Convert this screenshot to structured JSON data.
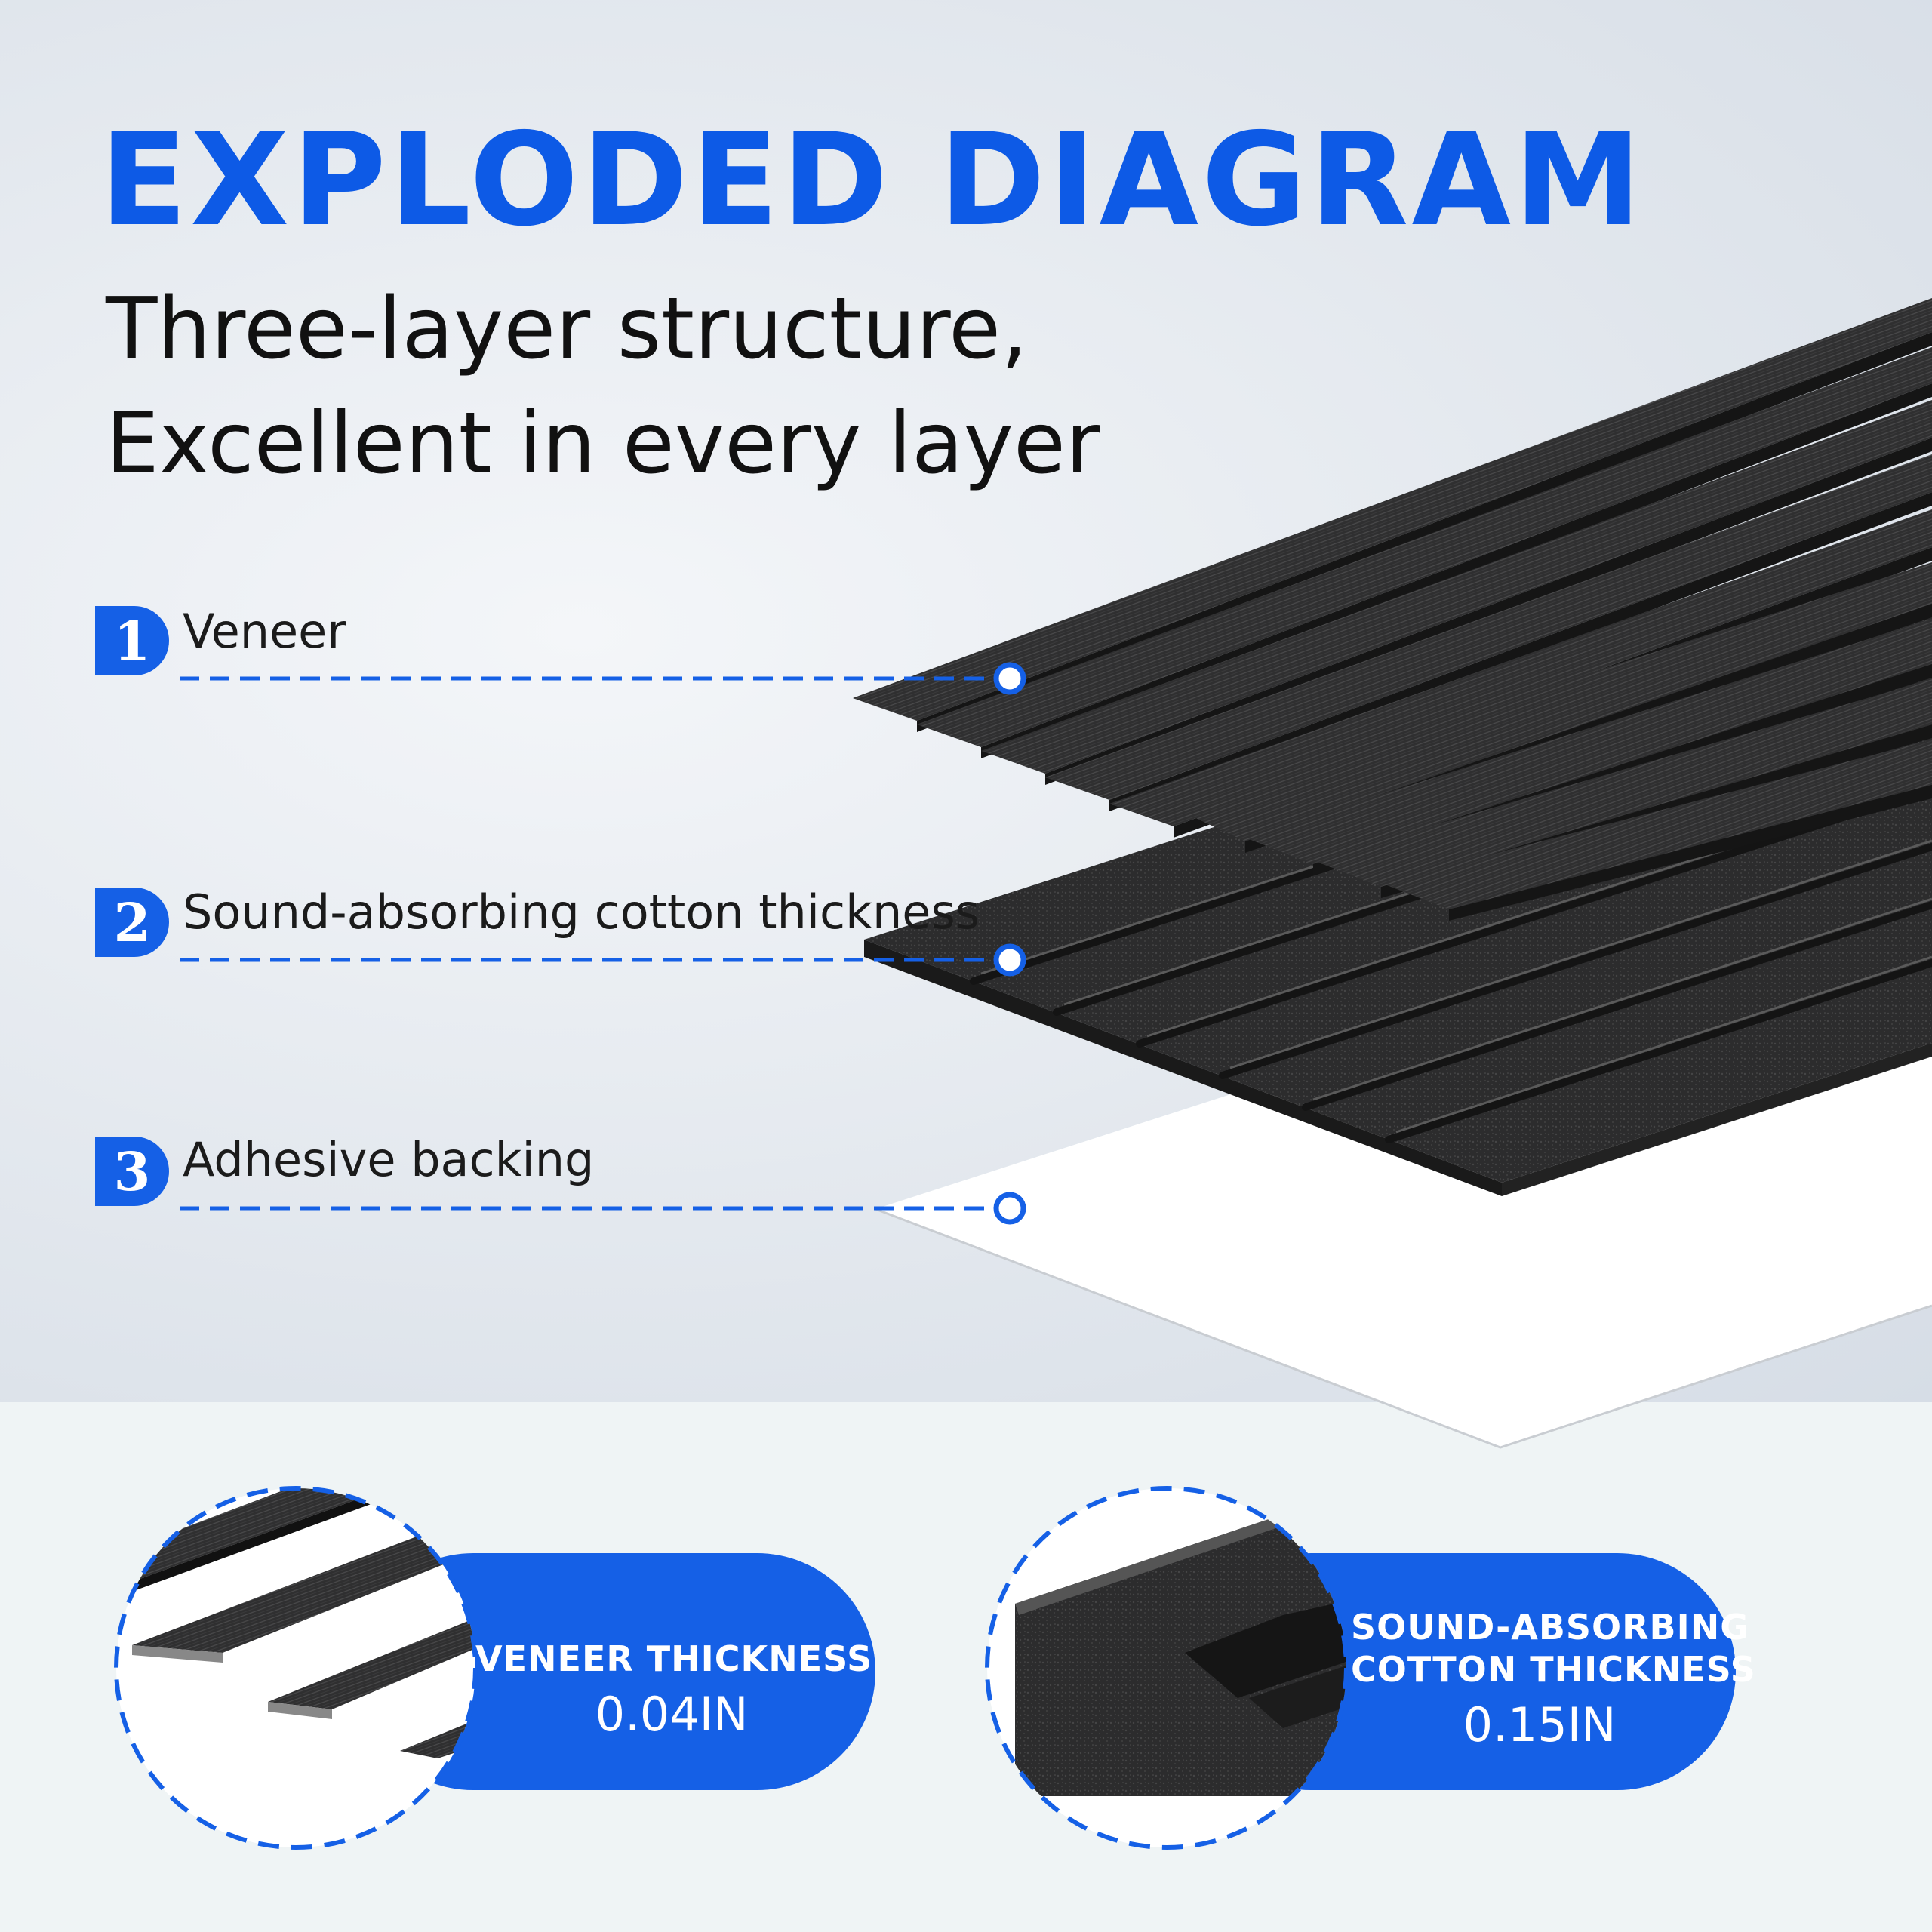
{
  "header": {
    "title": "EXPLODED DIAGRAM",
    "subtitle_line1": "Three-layer structure,",
    "subtitle_line2": "Excellent in every layer"
  },
  "layers": [
    {
      "number": "1",
      "label": "Veneer"
    },
    {
      "number": "2",
      "label": "Sound-absorbing cotton thickness"
    },
    {
      "number": "3",
      "label": "Adhesive backing"
    }
  ],
  "details": [
    {
      "label": "VENEER THICKNESS",
      "value": "0.04IN"
    },
    {
      "label_line1": "SOUND-ABSORBING",
      "label_line2": "COTTON THICKNESS",
      "value": "0.15IN"
    }
  ],
  "colors": {
    "accent": "#1560e6",
    "title": "#0d5ae6",
    "panel_dark": "#2a2a2a",
    "backing": "#ffffff"
  }
}
